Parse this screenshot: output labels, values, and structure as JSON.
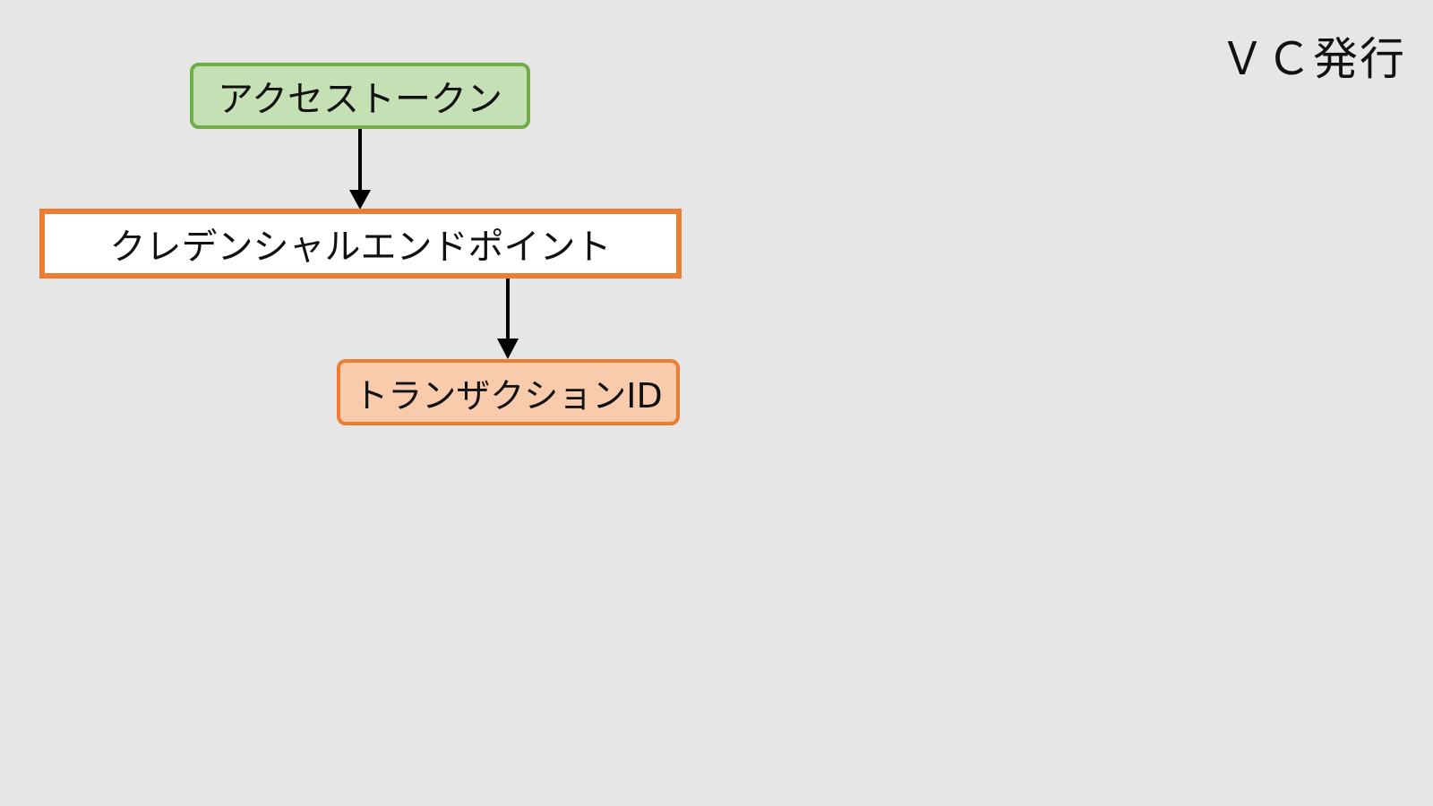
{
  "title": "ＶＣ発行",
  "nodes": {
    "access_token": "アクセストークン",
    "credential_endpoint": "クレデンシャルエンドポイント",
    "transaction_id": "トランザクションID"
  },
  "colors": {
    "background": "#e6e6e6",
    "access_token_fill": "#c5e0b4",
    "access_token_border": "#70ad47",
    "endpoint_fill": "#ffffff",
    "endpoint_border": "#ed7d31",
    "transaction_fill": "#f8cbad",
    "transaction_border": "#ed7d31",
    "arrow": "#000000"
  }
}
